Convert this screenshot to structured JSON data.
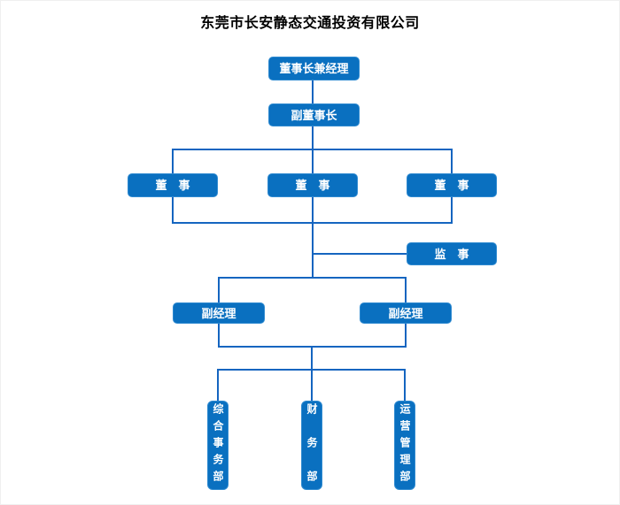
{
  "page": {
    "title": "东莞市长安静态交通投资有限公司"
  },
  "org_chart": {
    "type": "org-chart",
    "nodes": {
      "chairman": "董事长兼经理",
      "vice_chairman": "副董事长",
      "director_1": "董　事",
      "director_2": "董　事",
      "director_3": "董　事",
      "supervisor": "监　事",
      "deputy_manager_1": "副经理",
      "deputy_manager_2": "副经理",
      "dept_general_affairs": "综合事务部",
      "dept_finance": "财　务　部",
      "dept_operations": "运营管理部"
    },
    "hierarchy_note": "chairman > vice_chairman > directors(3) > supervisor(branch) > deputy_managers(2) > departments(3)",
    "colors": {
      "node_fill": "#0a70c0",
      "node_border": "#2f8ad0",
      "node_text": "#ffffff",
      "connector": "#1565c0",
      "title_text": "#000000",
      "background": "#ffffff"
    }
  }
}
